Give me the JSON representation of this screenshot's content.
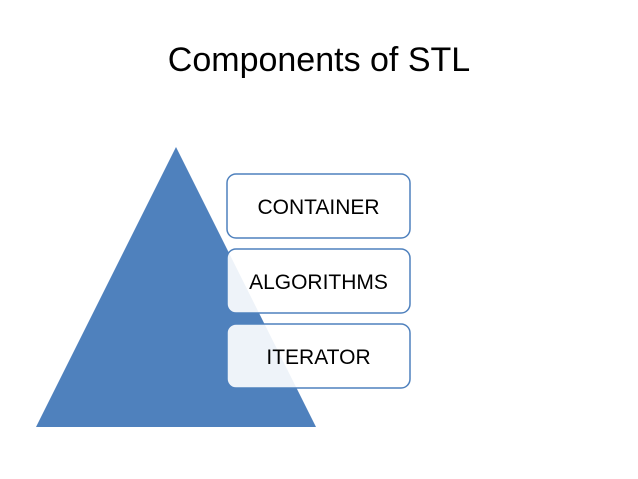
{
  "title": "Components of STL",
  "colors": {
    "triangle_fill": "#4F81BD",
    "box_fill": "#FFFFFF",
    "box_stroke": "#4F81BD",
    "text": "#000000"
  },
  "items": [
    {
      "label": "CONTAINER"
    },
    {
      "label": "ALGORITHMS"
    },
    {
      "label": "ITERATOR"
    }
  ]
}
